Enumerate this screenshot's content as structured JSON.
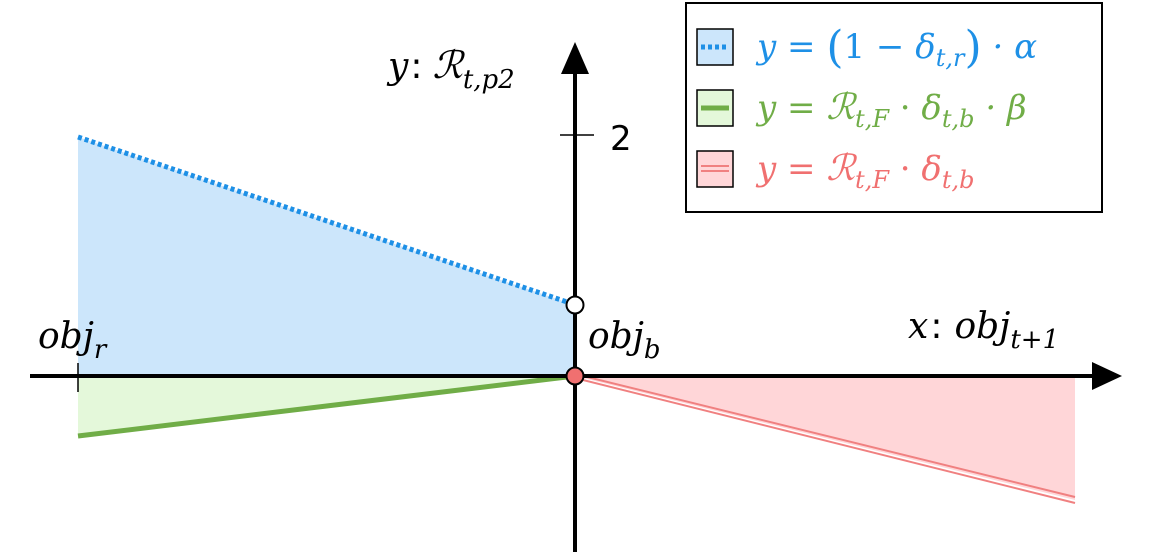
{
  "axes": {
    "y_label_var": "y",
    "y_label_colon": ":",
    "y_label_R": "ℛ",
    "y_label_sub": "t,p2",
    "x_label_var": "x",
    "x_label_colon": ":",
    "x_label_obj": "obj",
    "x_label_sub": "t+1",
    "tick_2": "2"
  },
  "points": {
    "obj_r_base": "obj",
    "obj_r_sub": "r",
    "obj_b_base": "obj",
    "obj_b_sub": "b"
  },
  "legend": {
    "blue": {
      "lhs": "y = ",
      "paren_open": "(",
      "one_minus": "1 − ",
      "delta": "δ",
      "delta_sub": "t,r",
      "paren_close": ")",
      "tail": " · α"
    },
    "green": {
      "lhs": "y = ",
      "R": "ℛ",
      "R_sub": "t,F",
      "dot1": " · ",
      "delta": "δ",
      "delta_sub": "t,b",
      "tail": " · β"
    },
    "red": {
      "lhs": "y = ",
      "R": "ℛ",
      "R_sub": "t,F",
      "dot1": " · ",
      "delta": "δ",
      "delta_sub": "t,b"
    }
  },
  "colors": {
    "blue": "#1e90e6",
    "blue_fill": "#cce6fb",
    "green": "#70ad47",
    "green_fill": "#e4f8da",
    "red": "#f08080",
    "red_fill": "#ffd6d8",
    "axis": "#000000"
  }
}
